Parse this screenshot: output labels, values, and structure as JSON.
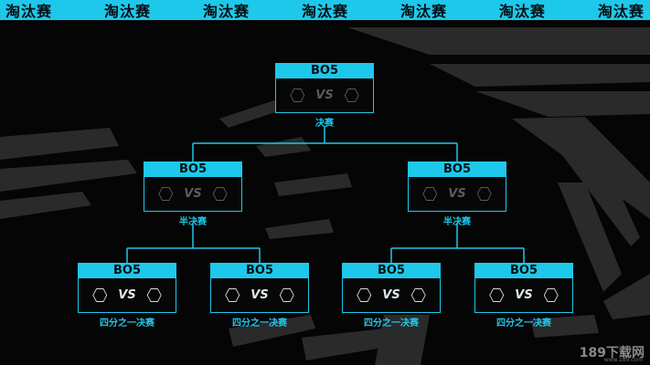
{
  "banner": {
    "items": [
      "淘汰赛",
      "淘汰赛",
      "淘汰赛",
      "淘汰赛",
      "淘汰赛",
      "淘汰赛",
      "淘汰赛"
    ]
  },
  "final": {
    "format": "BO5",
    "vs": "VS",
    "label": "决赛"
  },
  "semis": [
    {
      "format": "BO5",
      "vs": "VS",
      "label": "半决赛"
    },
    {
      "format": "BO5",
      "vs": "VS",
      "label": "半决赛"
    }
  ],
  "quarters": [
    {
      "format": "BO5",
      "vs": "VS",
      "label": "四分之一决赛"
    },
    {
      "format": "BO5",
      "vs": "VS",
      "label": "四分之一决赛"
    },
    {
      "format": "BO5",
      "vs": "VS",
      "label": "四分之一决赛"
    },
    {
      "format": "BO5",
      "vs": "VS",
      "label": "四分之一决赛"
    }
  ],
  "watermark": {
    "text": "189下载网",
    "sub": "www.189.com"
  },
  "colors": {
    "accent": "#1ec8ea",
    "background": "#050505"
  }
}
